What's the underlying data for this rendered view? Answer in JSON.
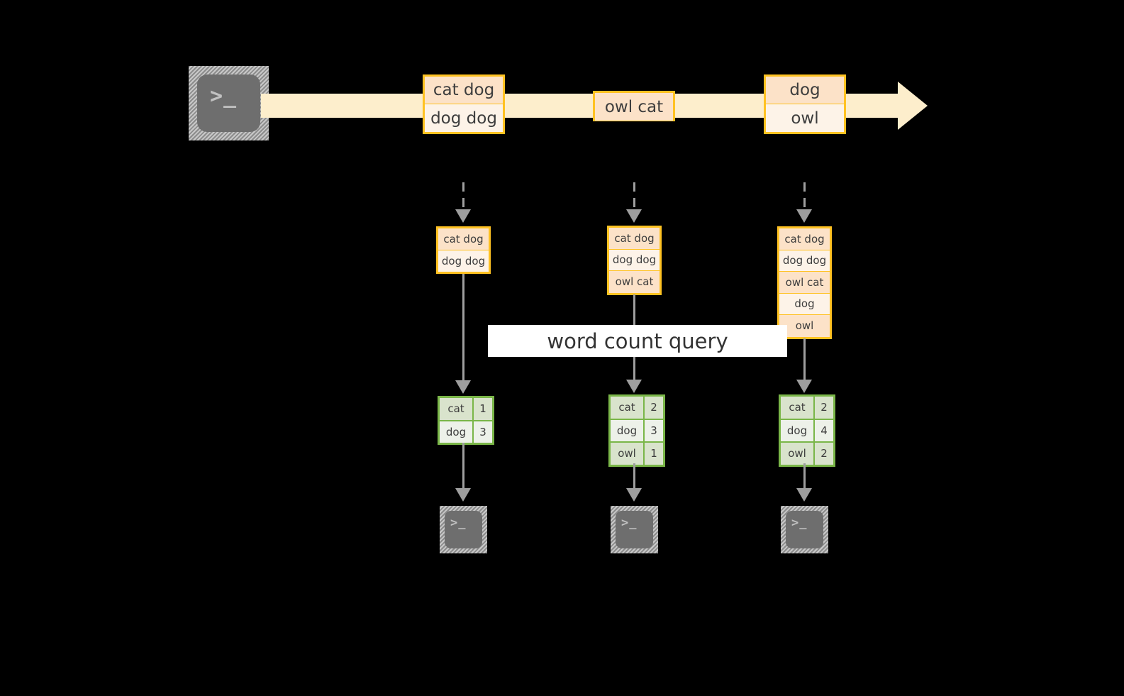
{
  "diagram": {
    "title_label": "word count query",
    "colors": {
      "record_border": "#ffc222",
      "record_fill_dark": "#fce2c8",
      "record_fill_light": "#fdf3e8",
      "result_border": "#7ab648",
      "result_fill_dark": "#d9e3cc",
      "result_fill_light": "#edf1e9",
      "stream_fill": "#fdeecc",
      "arrow_gray": "#9e9e9e",
      "terminal_body": "#6e6e6e",
      "label_bg": "#ffffff",
      "background": "#000000"
    },
    "source": {
      "icon_name": "terminal-icon",
      "prompt_glyph": ">_"
    },
    "stream": {
      "icon_name": "stream-arrow-icon",
      "records": [
        {
          "id": "stream-record-1",
          "lines": [
            "cat dog",
            "dog dog"
          ]
        },
        {
          "id": "stream-record-2",
          "lines": [
            "owl cat"
          ]
        },
        {
          "id": "stream-record-3",
          "lines": [
            "dog",
            "owl"
          ]
        }
      ]
    },
    "snapshots": [
      {
        "id": "snapshot-1",
        "lines": [
          "cat dog",
          "dog dog"
        ],
        "result": {
          "rows": [
            {
              "word": "cat",
              "count": "1"
            },
            {
              "word": "dog",
              "count": "3"
            }
          ]
        },
        "sink": {
          "icon_name": "terminal-icon",
          "prompt_glyph": ">_"
        }
      },
      {
        "id": "snapshot-2",
        "lines": [
          "cat dog",
          "dog dog",
          "owl cat"
        ],
        "result": {
          "rows": [
            {
              "word": "cat",
              "count": "2"
            },
            {
              "word": "dog",
              "count": "3"
            },
            {
              "word": "owl",
              "count": "1"
            }
          ]
        },
        "sink": {
          "icon_name": "terminal-icon",
          "prompt_glyph": ">_"
        }
      },
      {
        "id": "snapshot-3",
        "lines": [
          "cat dog",
          "dog dog",
          "owl cat",
          "dog",
          "owl"
        ],
        "result": {
          "rows": [
            {
              "word": "cat",
              "count": "2"
            },
            {
              "word": "dog",
              "count": "4"
            },
            {
              "word": "owl",
              "count": "2"
            }
          ]
        },
        "sink": {
          "icon_name": "terminal-icon",
          "prompt_glyph": ">_"
        }
      }
    ]
  }
}
